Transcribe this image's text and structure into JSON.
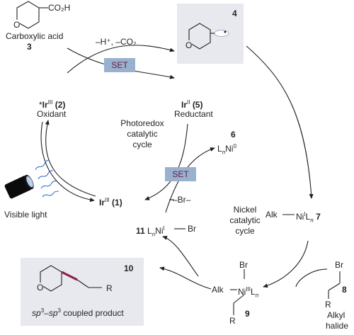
{
  "colors": {
    "set_box": "#98b1cf",
    "set_text": "#6b1b3c",
    "product_box": "#e7e9ef",
    "highlight_bond": "#8b1d4a",
    "text": "#231f20"
  },
  "set_label": "SET",
  "acid": {
    "formula": "CO₂H",
    "name": "Carboxylic acid",
    "number": "3"
  },
  "decarboxylation": "–H⁺, –CO₂",
  "radical": {
    "number": "4",
    "icon": "alkyl-radical-icon"
  },
  "ir_oxidant": {
    "star": "*",
    "metal": "Ir",
    "ox": "III",
    "number": "(2)",
    "role": "Oxidant"
  },
  "ir_reductant": {
    "metal": "Ir",
    "ox": "II",
    "number": "(5)",
    "role": "Reductant"
  },
  "ir_ground": {
    "metal": "Ir",
    "ox": "III",
    "number": "(1)"
  },
  "photoredox_cycle": [
    "Photoredox",
    "catalytic",
    "cycle"
  ],
  "nickel_cycle": [
    "Nickel",
    "catalytic",
    "cycle"
  ],
  "ni0": {
    "number": "6",
    "ligand": "L",
    "sub": "n",
    "metal": "Ni",
    "ox": "0"
  },
  "ni_bromide": {
    "number": "11",
    "ligand": "L",
    "sub": "n",
    "metal": "Ni",
    "ox": "I",
    "halide": "Br"
  },
  "bromide_loss": "–Br–",
  "alk_ni": {
    "alk": "Alk",
    "metal": "Ni",
    "ox": "I",
    "ligand": "L",
    "sub": "n",
    "number": "7"
  },
  "alk_ni_iii": {
    "alk": "Alk",
    "metal": "Ni",
    "ox": "III",
    "ligand": "L",
    "sub": "n",
    "halide": "Br",
    "R": "R",
    "number": "9"
  },
  "alkyl_halide": {
    "halide": "Br",
    "R": "R",
    "number": "8",
    "name_line1": "Alkyl",
    "name_line2": "halide"
  },
  "visible_light": "Visible light",
  "product": {
    "number": "10",
    "R": "R",
    "hyb1": "sp",
    "sup1": "3",
    "dash": "–",
    "hyb2": "sp",
    "sup2": "3",
    "suffix": " coupled product"
  },
  "ring_oxygen": "O"
}
